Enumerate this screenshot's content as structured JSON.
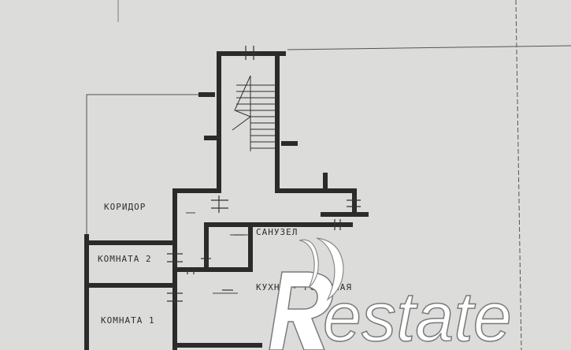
{
  "rooms": {
    "corridor": "КОРИДОР",
    "bathroom": "САНУЗЕЛ",
    "room2": "КОМНАТА 2",
    "room1": "КОМНАТА 1",
    "kitchen": "КУХНЯ - ГОСТИНАЯ"
  },
  "watermark": {
    "text": "estate"
  },
  "colors": {
    "paper": "#dcdcda",
    "wall": "#2b2b2b",
    "logo_fill": "#ffffff"
  }
}
